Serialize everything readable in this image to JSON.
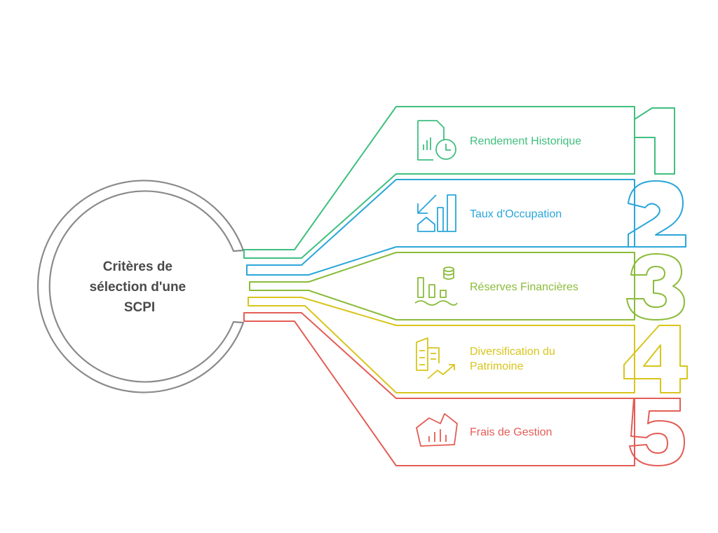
{
  "center": {
    "title_lines": [
      "Critères de",
      "sélection d'une",
      "SCPI"
    ],
    "color": "#8a8a8a"
  },
  "items": [
    {
      "number": "1",
      "label_lines": [
        "Rendement Historique"
      ],
      "color": "#3fbf7f",
      "icon": "chart-clock-icon"
    },
    {
      "number": "2",
      "label_lines": [
        "Taux d'Occupation"
      ],
      "color": "#2ba6d9",
      "icon": "house-chart-icon"
    },
    {
      "number": "3",
      "label_lines": [
        "Réserves Financières"
      ],
      "color": "#8bbb3a",
      "icon": "coins-chart-icon"
    },
    {
      "number": "4",
      "label_lines": [
        "Diversification du",
        "Patrimoine"
      ],
      "color": "#d8c51c",
      "icon": "buildings-growth-icon"
    },
    {
      "number": "5",
      "label_lines": [
        "Frais de Gestion"
      ],
      "color": "#e35d56",
      "icon": "fees-chart-icon"
    }
  ]
}
